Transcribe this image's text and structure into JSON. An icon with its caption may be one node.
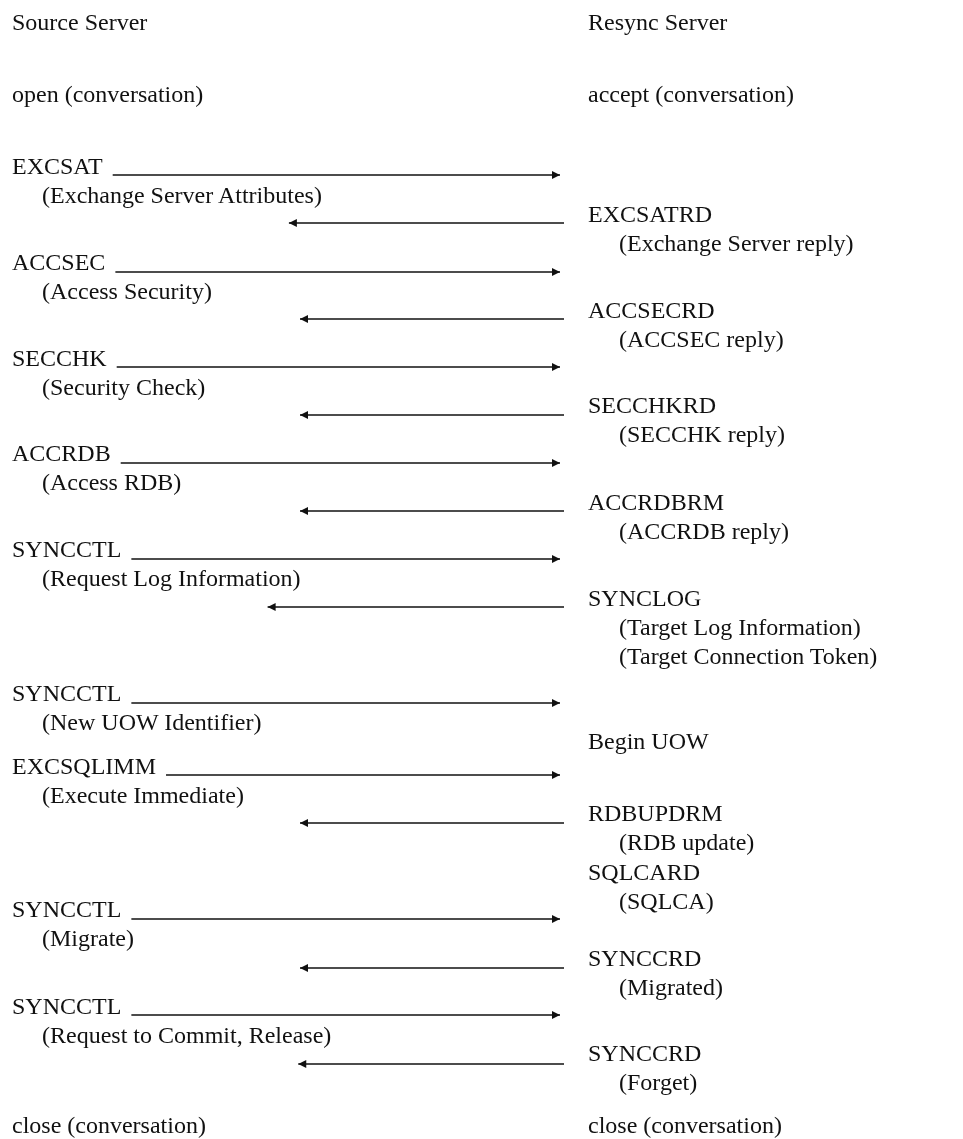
{
  "diagram": {
    "nodes": [
      {
        "text": [
          "EXCSAT"
        ],
        "beside": [
          "(Exchange Server Attributes)"
        ]
      },
      {
        "text": [
          "EXCSATRD"
        ],
        "beside": [
          "(Exchange Server reply)"
        ]
      },
      {
        "text": [
          "ACCSEC"
        ],
        "beside": [
          "(Access Security)"
        ]
      },
      {
        "text": [
          "ACCSECRD"
        ],
        "beside": [
          "(ACCSEC reply)"
        ]
      },
      {
        "text": [
          "SECCHK"
        ],
        "beside": [
          "(Security Check)"
        ]
      },
      {
        "text": [
          "SECCHKRD"
        ],
        "beside": [
          "(SECCHK reply)"
        ]
      },
      {
        "text": [
          "ACCRDB"
        ],
        "beside": [
          "(Access RDB)"
        ]
      },
      {
        "text": [
          "ACCRDBRM"
        ],
        "beside": [
          "(ACCRDB reply)"
        ]
      },
      {
        "text": [
          "SYNCCTL"
        ],
        "beside": [
          "(Request Log Information)"
        ]
      },
      {
        "text": [
          "SYNCLOG"
        ],
        "beside": [
          "(Target Log Information)",
          "(Target Connection Token)"
        ]
      },
      {
        "text": [
          "SYNCCTL"
        ],
        "beside": [
          "(New UOW Identifier)"
        ]
      },
      {
        "text": [
          "EXCSQLIMM"
        ],
        "beside": [
          "(Execute Immediate)"
        ]
      },
      {
        "text": [
          "RDBUPDRM"
        ],
        "beside": [
          "(RDB update)"
        ]
      },
      {
        "text": [
          "SYNCCTL"
        ],
        "beside": [
          "(Migrate)"
        ]
      },
      {
        "text": [
          "SYNCCRD"
        ],
        "beside": [
          "(Migrated)"
        ]
      },
      {
        "text": [
          "SYNCCTL"
        ],
        "beside": [
          "(Request to Commit, Release)"
        ]
      },
      {
        "text": [
          "SYNCCRD"
        ],
        "beside": [
          "(Forget)"
        ]
      }
    ],
    "edges": [
      {
        "from": 0,
        "to": null,
        "arrow": "to"
      },
      {
        "from": 1,
        "to": 0,
        "arrow": "to"
      },
      {
        "from": 2,
        "to": null,
        "arrow": "to"
      },
      {
        "from": 3,
        "to": null,
        "arrow": "to"
      },
      {
        "from": 4,
        "to": null,
        "arrow": "to"
      },
      {
        "from": 5,
        "to": null,
        "arrow": "to"
      },
      {
        "from": 6,
        "to": null,
        "arrow": "to"
      },
      {
        "from": 7,
        "to": null,
        "arrow": "to"
      },
      {
        "from": 8,
        "to": null,
        "arrow": "to"
      },
      {
        "from": 9,
        "to": 8,
        "arrow": "to"
      },
      {
        "from": 10,
        "to": null,
        "arrow": "to"
      },
      {
        "from": 11,
        "to": null,
        "arrow": "to"
      },
      {
        "from": 12,
        "to": null,
        "arrow": "to"
      },
      {
        "from": 13,
        "to": null,
        "arrow": "to"
      },
      {
        "from": 14,
        "to": null,
        "arrow": "to"
      },
      {
        "from": 15,
        "to": null,
        "arrow": "to"
      },
      {
        "from": 16,
        "to": 15,
        "arrow": "to"
      }
    ],
    "labels": [
      "Source Server",
      "Resync Server",
      "open (conversation)",
      "accept (conversation)",
      "Begin UOW",
      "SQLCARD",
      "(SQLCA)",
      "close (conversation)",
      "close (conversation)"
    ]
  }
}
